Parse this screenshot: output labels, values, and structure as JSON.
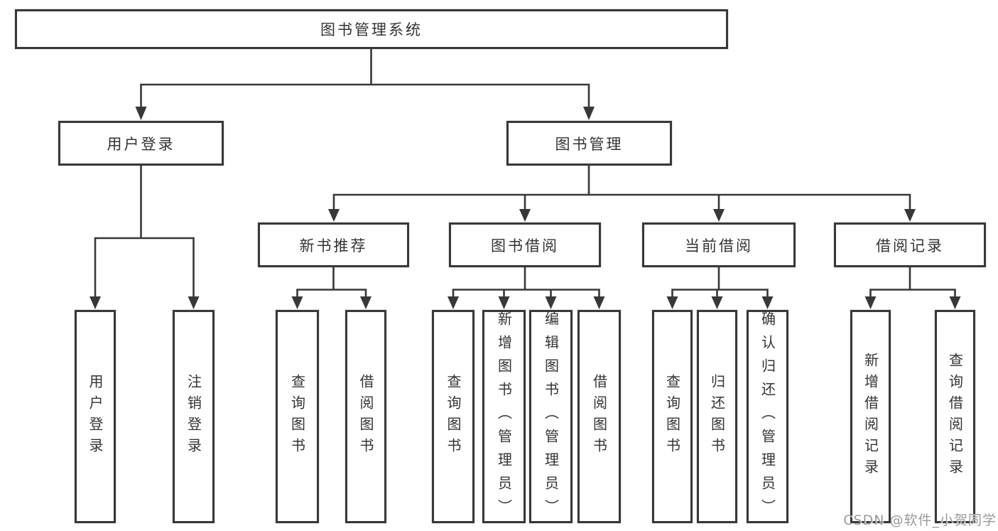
{
  "colors": {
    "line": "#383838",
    "box_border": "#383838",
    "text": "#333333",
    "watermark": "#9a9a9a",
    "background": "#ffffff"
  },
  "watermark": {
    "text": "CSDN @软件_小贺同学"
  },
  "tree": {
    "root": {
      "label": "图书管理系统"
    },
    "level2": [
      {
        "label": "用户登录",
        "children": [
          {
            "label": "用户登录"
          },
          {
            "label": "注销登录"
          }
        ]
      },
      {
        "label": "图书管理",
        "children": [
          {
            "label": "新书推荐",
            "children": [
              {
                "label": "查询图书"
              },
              {
                "label": "借阅图书"
              }
            ]
          },
          {
            "label": "图书借阅",
            "children": [
              {
                "label": "查询图书"
              },
              {
                "label": "新增图书（管理员）"
              },
              {
                "label": "编辑图书（管理员）"
              },
              {
                "label": "借阅图书"
              }
            ]
          },
          {
            "label": "当前借阅",
            "children": [
              {
                "label": "查询图书"
              },
              {
                "label": "归还图书"
              },
              {
                "label": "确认归还（管理员）"
              }
            ]
          },
          {
            "label": "借阅记录",
            "children": [
              {
                "label": "新增借阅记录"
              },
              {
                "label": "查询借阅记录"
              }
            ]
          }
        ]
      }
    ]
  }
}
